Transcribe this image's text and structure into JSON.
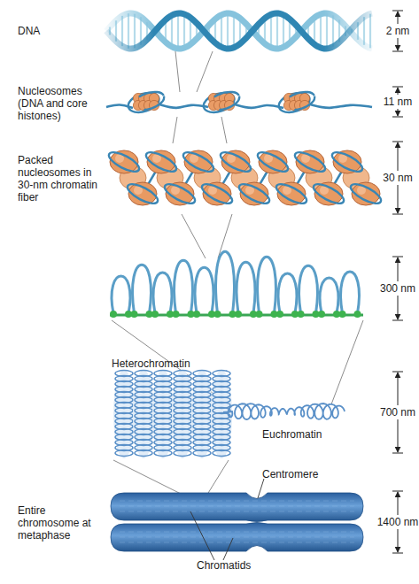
{
  "diagram": {
    "labels": [
      "DNA",
      "2 nm",
      "Nucleosomes (DNA and core histones)",
      "11 nm",
      "Packed nucleosomes in 30-nm chromatin fiber",
      "30 nm",
      "300 nm",
      "Heterochromatin",
      "Euchromatin",
      "700 nm",
      "Centromere",
      "Entire chromosome at metaphase",
      "1400 nm",
      "Chromatids"
    ]
  }
}
